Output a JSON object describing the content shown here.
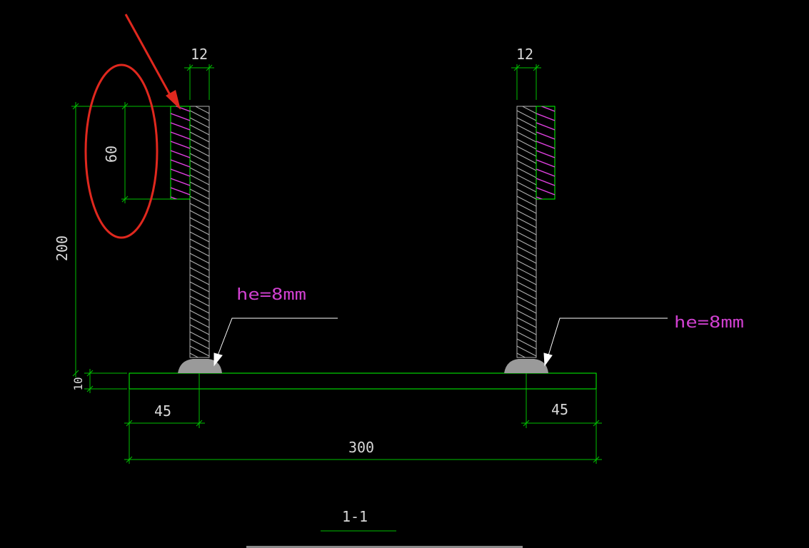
{
  "colors": {
    "background": "#000000",
    "outline": "#00ff00",
    "dimension_line": "#00c000",
    "text": "#d8d8d8",
    "weld_label": "#d040d0",
    "weld_hatch": "#e040e0",
    "rebar_hatch": "#b0b0b0",
    "weld_bead": "#9a9a9a",
    "leader": "#ffffff",
    "annotation": "#e0281e",
    "bottom_bar": "#8a8a8a"
  },
  "dimensions": {
    "bar_diameter_left": "12",
    "bar_diameter_right": "12",
    "weld_length": "60",
    "bar_height": "200",
    "plate_thickness": "10",
    "edge_distance_left": "45",
    "edge_distance_right": "45",
    "plate_width": "300"
  },
  "welds": {
    "left_label": "he=8mm",
    "right_label": "he=8mm"
  },
  "section": {
    "label": "1-1"
  },
  "annotation": {
    "type": "circle-and-arrow",
    "target": "weld-length-60"
  }
}
